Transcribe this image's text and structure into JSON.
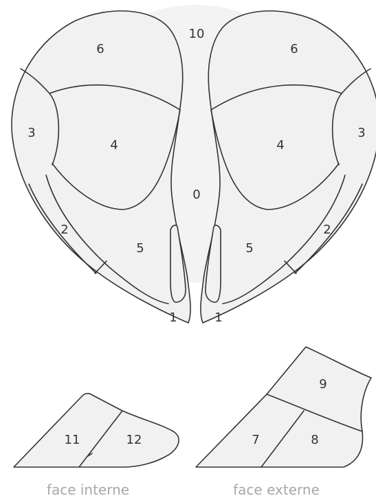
{
  "zones": {
    "z0": "0",
    "z10": "10",
    "left": {
      "z1": "1",
      "z2": "2",
      "z3": "3",
      "z4": "4",
      "z5": "5",
      "z6": "6"
    },
    "right": {
      "z1": "1",
      "z2": "2",
      "z3": "3",
      "z4": "4",
      "z5": "5",
      "z6": "6"
    },
    "z7": "7",
    "z8": "8",
    "z9": "9",
    "z11": "11",
    "z12": "12"
  },
  "captions": {
    "internal": "face interne",
    "external": "face externe"
  },
  "colors": {
    "fill": "#f1f1f1",
    "stroke": "#333333",
    "caption": "#a8a8a8"
  }
}
